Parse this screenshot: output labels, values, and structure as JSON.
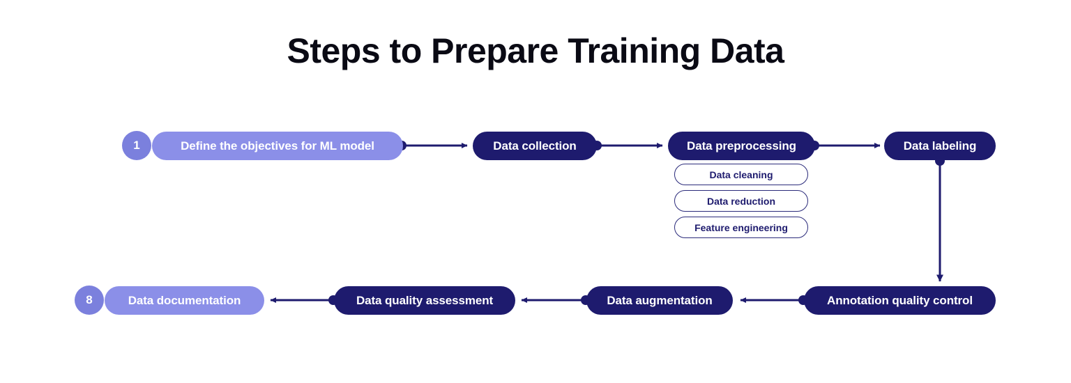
{
  "title": "Steps to Prepare Training Data",
  "theme": {
    "background": "#ffffff",
    "dark_node": "#1e1b6e",
    "light_node": "#8b8fe8",
    "badge": "#7b80dd",
    "connector": "#1e1b6e",
    "subpill_border": "#2a2a7a",
    "subpill_text": "#1e1b6e",
    "title_color": "#0a0a14"
  },
  "row_top": {
    "step1": {
      "badge": "1",
      "label": "Define the objectives for ML  model",
      "style": "light"
    },
    "step2": {
      "label": "Data collection",
      "style": "dark"
    },
    "step3": {
      "label": "Data preprocessing",
      "style": "dark"
    },
    "step4": {
      "label": "Data labeling",
      "style": "dark"
    }
  },
  "sub_items": [
    {
      "label": "Data cleaning"
    },
    {
      "label": "Data reduction"
    },
    {
      "label": "Feature engineering"
    }
  ],
  "row_bottom": {
    "step5": {
      "label": "Annotation quality control",
      "style": "dark"
    },
    "step6": {
      "label": "Data augmentation",
      "style": "dark"
    },
    "step7": {
      "label": "Data quality assessment",
      "style": "dark"
    },
    "step8": {
      "badge": "8",
      "label": "Data documentation",
      "style": "light"
    }
  },
  "connectors": [
    {
      "name": "step1-to-step2",
      "direction": "right"
    },
    {
      "name": "step2-to-step3",
      "direction": "right"
    },
    {
      "name": "step3-to-step4",
      "direction": "right"
    },
    {
      "name": "step4-to-step5",
      "direction": "down"
    },
    {
      "name": "step5-to-step6",
      "direction": "left"
    },
    {
      "name": "step6-to-step7",
      "direction": "left"
    },
    {
      "name": "step7-to-step8",
      "direction": "left"
    }
  ]
}
